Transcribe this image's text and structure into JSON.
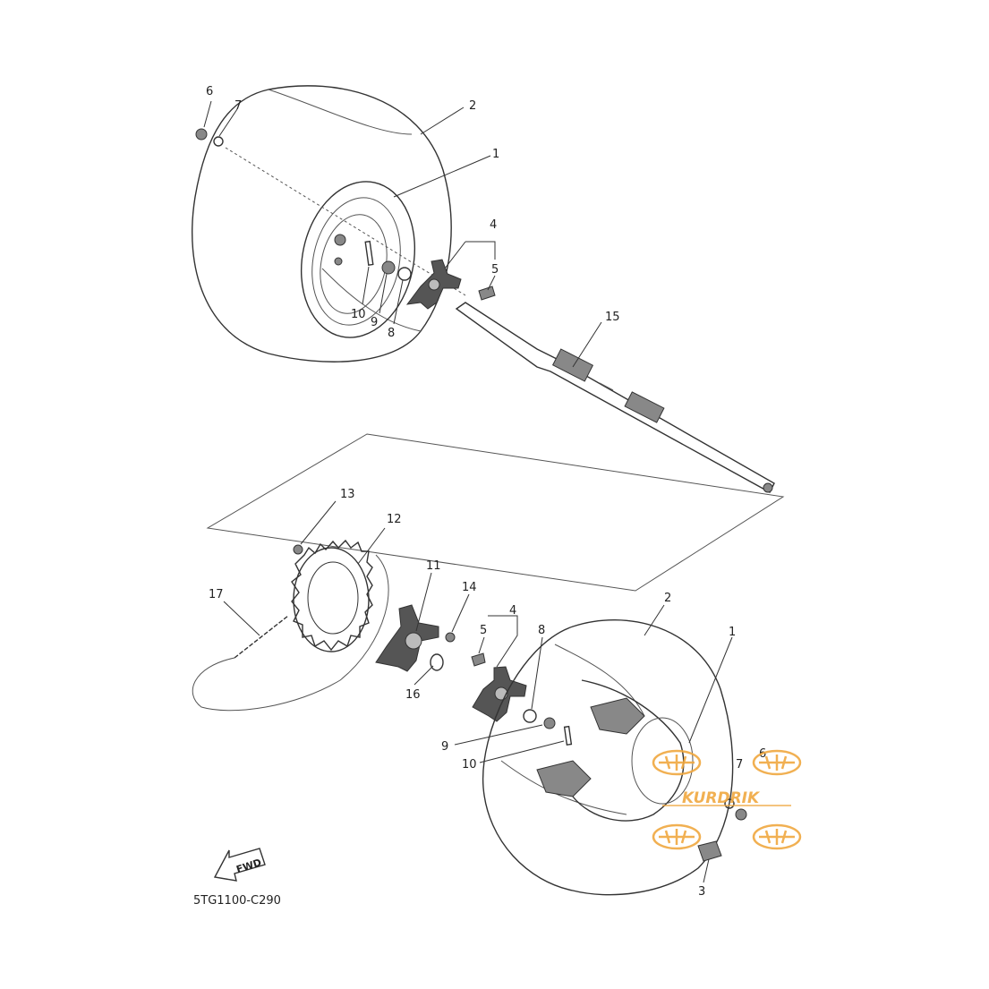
{
  "diagram": {
    "part_labels": {
      "top": [
        "6",
        "7",
        "2",
        "1",
        "4",
        "5",
        "10",
        "9",
        "8",
        "15"
      ],
      "bottom": [
        "13",
        "12",
        "17",
        "11",
        "14",
        "5",
        "4",
        "8",
        "2",
        "1",
        "16",
        "9",
        "10",
        "7",
        "6",
        "3"
      ]
    },
    "fwd_label": "FWD",
    "drawing_code": "5TG1100-C290"
  },
  "watermark": {
    "text": "KURDRIK",
    "color": "#f0a840"
  }
}
